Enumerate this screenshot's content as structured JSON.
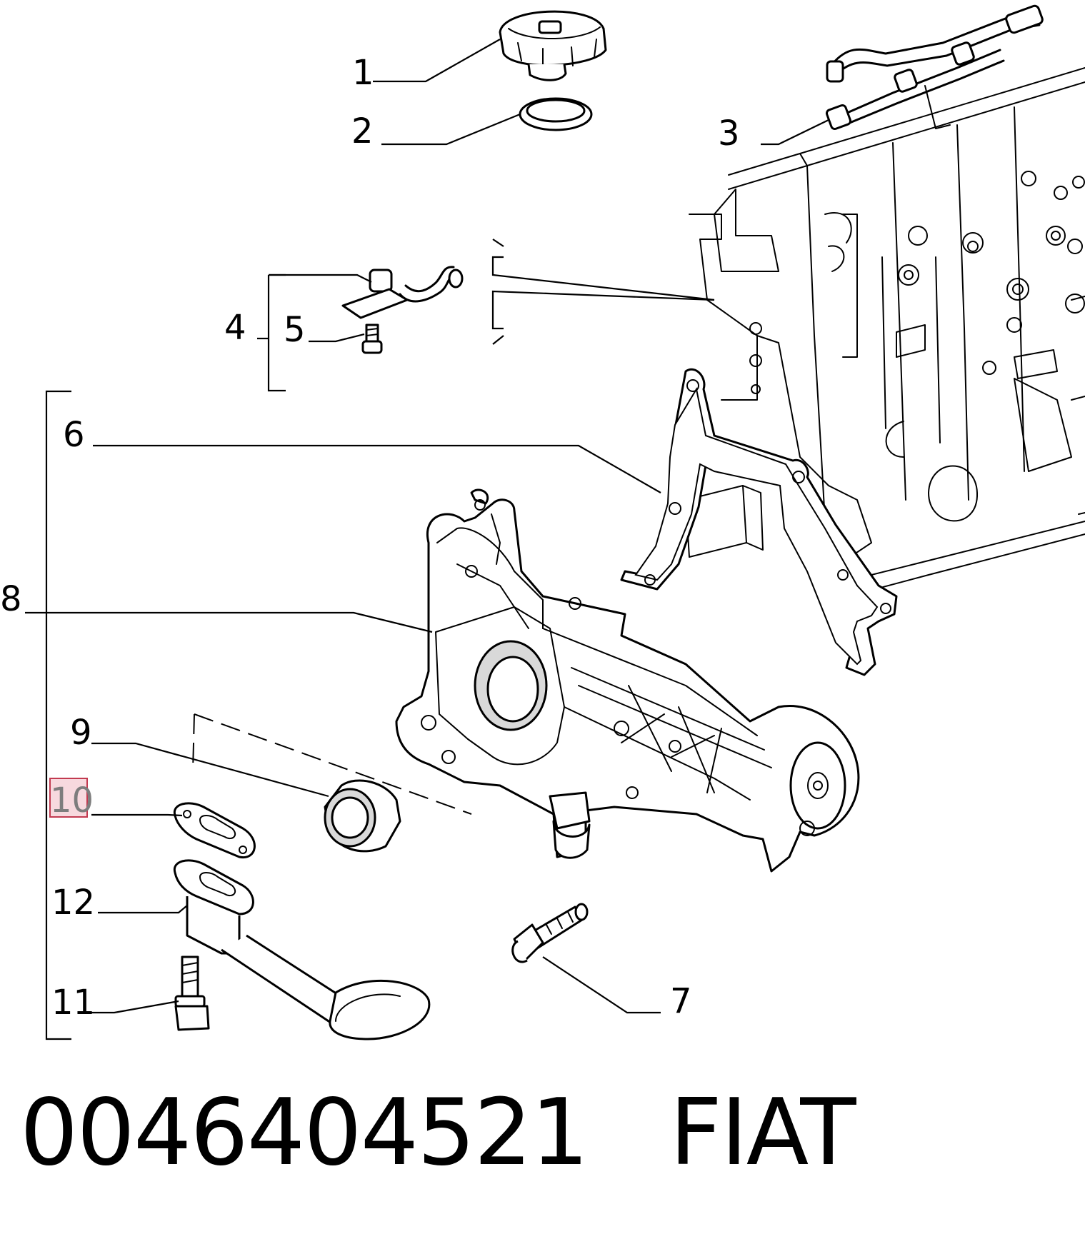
{
  "callouts": {
    "p1": "1",
    "p2": "2",
    "p3": "3",
    "p4": "4",
    "p5": "5",
    "p6": "6",
    "p7": "7",
    "p8": "8",
    "p9": "9",
    "p10": "10",
    "p11": "11",
    "p12": "12"
  },
  "highlighted_callout": "10",
  "highlight_color": "#c23a50",
  "footer": {
    "part_number": "0046404521",
    "brand": "FIAT"
  }
}
